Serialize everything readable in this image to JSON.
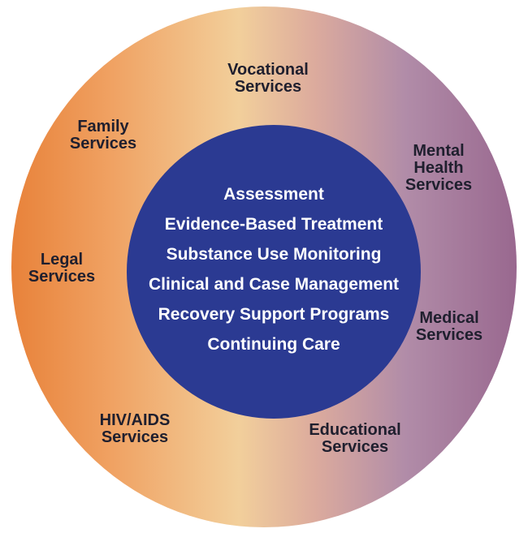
{
  "colors": {
    "gradient_left": "#e8823a",
    "gradient_orange": "#f0a263",
    "gradient_cream": "#f2cf9b",
    "gradient_pink": "#dcab9d",
    "gradient_mauve": "#b18ca8",
    "gradient_right": "#99688f",
    "inner_circle": "#2b3a92",
    "inner_text": "#ffffff",
    "outer_text": "#1f1f2e",
    "background": "#ffffff"
  },
  "outer_ring": {
    "labels": [
      {
        "id": "vocational",
        "text": "Vocational\nServices"
      },
      {
        "id": "family",
        "text": "Family\nServices"
      },
      {
        "id": "mental-health",
        "text": "Mental\nHealth\nServices"
      },
      {
        "id": "legal",
        "text": "Legal\nServices"
      },
      {
        "id": "medical",
        "text": "Medical\nServices"
      },
      {
        "id": "hiv-aids",
        "text": "HIV/AIDS\nServices"
      },
      {
        "id": "educational",
        "text": "Educational\nServices"
      }
    ]
  },
  "inner_circle": {
    "items": [
      "Assessment",
      "Evidence-Based Treatment",
      "Substance Use Monitoring",
      "Clinical and Case Management",
      "Recovery Support Programs",
      "Continuing Care"
    ]
  }
}
